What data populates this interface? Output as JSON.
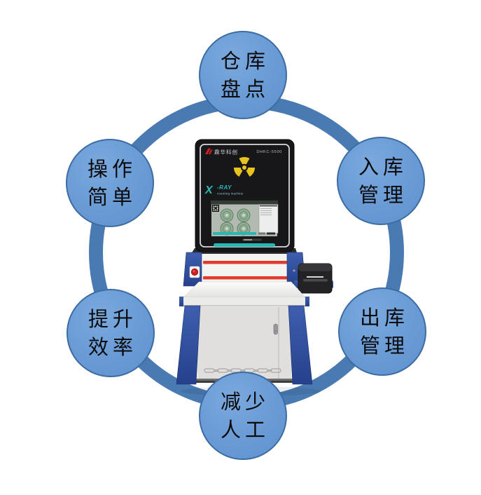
{
  "page": {
    "background": "#ffffff"
  },
  "ring": {
    "color": "#4a7ab2",
    "thickness": 20
  },
  "bubbles": {
    "top": {
      "line1": "仓库",
      "line2": "盘点"
    },
    "top_right": {
      "line1": "入库",
      "line2": "管理"
    },
    "bottom_right": {
      "line1": "出库",
      "line2": "管理"
    },
    "bottom": {
      "line1": "减少",
      "line2": "人工"
    },
    "bottom_left": {
      "line1": "提升",
      "line2": "效率"
    },
    "top_left": {
      "line1": "操作",
      "line2": "简单"
    }
  },
  "bubble_style": {
    "fill": "#6b9cd6",
    "border": "#3d6ca3",
    "text_color": "#0b0b0b"
  },
  "machine": {
    "brand": "鼎华科创",
    "model": "DHKC-5500",
    "logo_main": "X",
    "logo_suffix": "-RAY",
    "logo_subtitle": "counting machine",
    "colors": {
      "frame_blue": "#2f4f9d",
      "panel_black": "#17171a",
      "accent_teal": "#25b7b1",
      "stripe_red": "#e23b2e",
      "radiation_yellow": "#e9c31d",
      "body_gray": "#e0dfdd"
    },
    "icons": [
      "radiation-icon",
      "xray-logo",
      "screen-reel-icons"
    ]
  }
}
